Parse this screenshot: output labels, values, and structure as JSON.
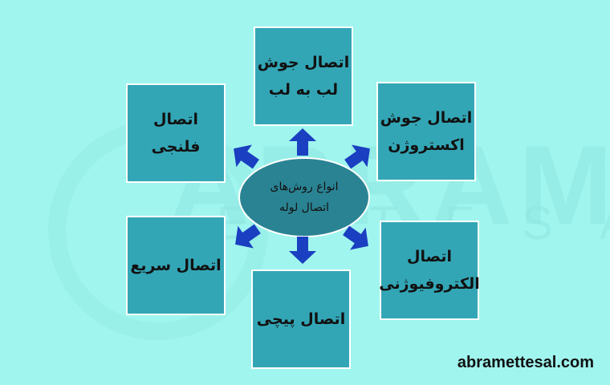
{
  "diagram": {
    "center": {
      "label": "انواع روش‌های\nاتصال لوله"
    },
    "nodes": [
      {
        "id": "top",
        "label": "اتصال جوش\nلب به لب"
      },
      {
        "id": "top-right",
        "label": "اتصال جوش\nاکستروژن"
      },
      {
        "id": "bottom-right",
        "label": "اتصال\nالکتروفیوژنی"
      },
      {
        "id": "bottom",
        "label": "اتصال پیچی"
      },
      {
        "id": "bottom-left",
        "label": "اتصال سریع"
      },
      {
        "id": "top-left",
        "label": "اتصال فلنجی"
      }
    ]
  },
  "watermark": {
    "big": "ABRAM",
    "small": "ETTESAL"
  },
  "footer": {
    "site": "abramettesal.com"
  },
  "colors": {
    "background": "#a0f5ee",
    "box": "#33a6b6",
    "ellipse": "#2a8393",
    "arrow": "#1a3fc0"
  }
}
